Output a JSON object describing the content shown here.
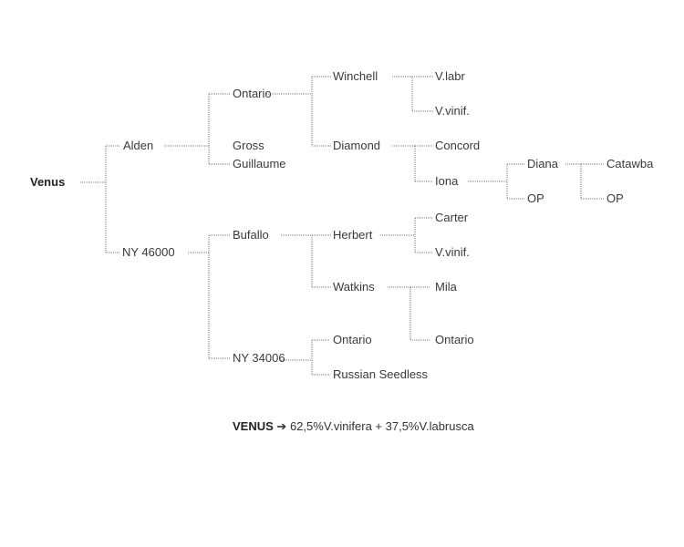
{
  "root": "Venus",
  "gen1": {
    "sire": "Alden",
    "dam": "NY 46000"
  },
  "alden": {
    "sire": "Ontario",
    "dam": "Gross Guillaume",
    "dam_line1": "Gross",
    "dam_line2": "Guillaume"
  },
  "ny46000": {
    "sire": "Bufallo",
    "dam": "NY 34006"
  },
  "ontario": {
    "sire": "Winchell",
    "dam": "Diamond"
  },
  "winchell": {
    "sire": "V.labr",
    "dam": "V.vinif."
  },
  "diamond": {
    "sire": "Concord",
    "dam": "Iona"
  },
  "iona": {
    "sire": "Diana",
    "dam": "OP"
  },
  "diana": {
    "sire": "Catawba",
    "dam": "OP"
  },
  "bufallo": {
    "sire": "Herbert",
    "dam": "Watkins"
  },
  "herbert": {
    "sire": "Carter",
    "dam": "V.vinif."
  },
  "watkins": {
    "sire": "Mila",
    "dam": "Ontario"
  },
  "ny34006": {
    "sire": "Ontario",
    "dam": "Russian Seedless"
  },
  "footer": {
    "name": "VENUS",
    "arrow": "➔",
    "composition": "62,5%V.vinifera + 37,5%V.labrusca"
  }
}
